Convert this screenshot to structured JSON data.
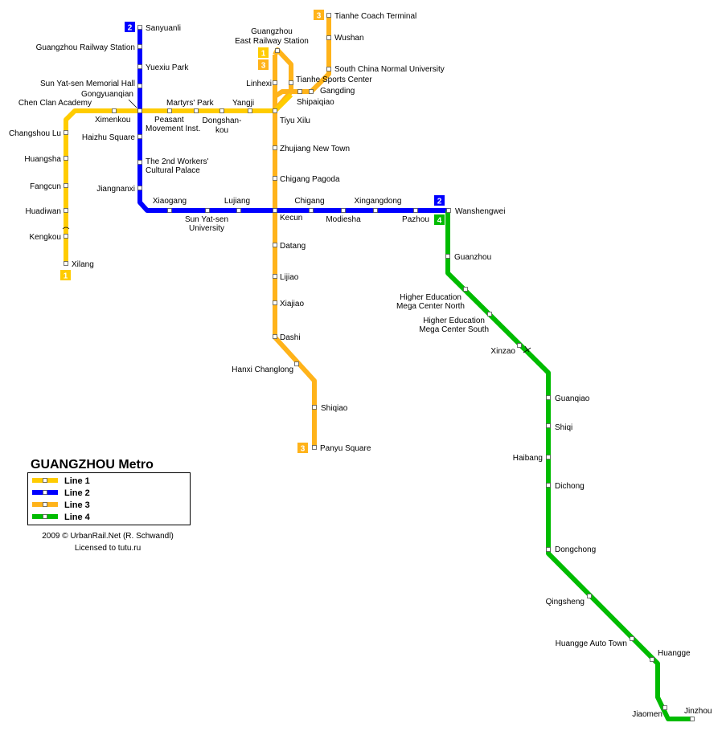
{
  "colors": {
    "line1": "#FFCC00",
    "line2": "#0000FF",
    "line3": "#FFB31A",
    "line4": "#00BB00"
  },
  "title": "GUANGZHOU Metro",
  "legend": [
    {
      "label": "Line 1",
      "color": "#FFCC00"
    },
    {
      "label": "Line 2",
      "color": "#0000FF"
    },
    {
      "label": "Line 3",
      "color": "#FFB31A"
    },
    {
      "label": "Line 4",
      "color": "#00BB00"
    }
  ],
  "credits": [
    "2009 © UrbanRail.Net (R. Schwandl)",
    "Licensed to tutu.ru"
  ],
  "badges": {
    "l2_north": "2",
    "l2_east": "2",
    "l1_north": "1",
    "l1_south": "1",
    "l3_north_a": "3",
    "l3_north_b": "3",
    "l3_south": "3",
    "l4_north": "4"
  },
  "stations": {
    "sanyuanli": "Sanyuanli",
    "railway_station": "Guangzhou Railway Station",
    "yuexiu_park": "Yuexiu Park",
    "memorial_hall": "Sun Yat-sen Memorial Hall",
    "gongyuanqian": "Gongyuanqian",
    "chen_clan": "Chen Clan Academy",
    "martyrs_park": "Martyrs' Park",
    "yangji": "Yangji",
    "ximenkou": "Ximenkou",
    "peasant_1": "Peasant",
    "peasant_2": "Movement Inst.",
    "dongshankou_1": "Dongshan-",
    "dongshankou_2": "kou",
    "changshou_lu": "Changshou Lu",
    "haizhu_square": "Haizhu Square",
    "huangsha": "Huangsha",
    "workers_1": "The 2nd Workers'",
    "workers_2": "Cultural Palace",
    "fangcun": "Fangcun",
    "jiangnanxi": "Jiangnanxi",
    "huadiwan": "Huadiwan",
    "kengkou": "Kengkou",
    "xilang": "Xilang",
    "xiaogang": "Xiaogang",
    "lujiang": "Lujiang",
    "sysu_1": "Sun Yat-sen",
    "sysu_2": "University",
    "kecun": "Kecun",
    "chigang": "Chigang",
    "modiesha": "Modiesha",
    "xingangdong": "Xingangdong",
    "pazhou": "Pazhou",
    "wanshengwei": "Wanshengwei",
    "tianhe_coach": "Tianhe Coach Terminal",
    "wushan": "Wushan",
    "scnu": "South China Normal University",
    "east_rs_1": "Guangzhou",
    "east_rs_2": "East Railway Station",
    "linhexi": "Linhexi",
    "tianhe_sports": "Tianhe Sports Center",
    "gangding": "Gangding",
    "shipaiqiao": "Shipaiqiao",
    "tiyu_xilu": "Tiyu Xilu",
    "zhujiang_new_town": "Zhujiang New Town",
    "chigang_pagoda": "Chigang Pagoda",
    "datang": "Datang",
    "lijiao": "Lijiao",
    "xiajiao": "Xiajiao",
    "dashi": "Dashi",
    "hanxi": "Hanxi Changlong",
    "shiqiao": "Shiqiao",
    "panyu": "Panyu Square",
    "guanzhou": "Guanzhou",
    "hemc_n_1": "Higher Education",
    "hemc_n_2": "Mega Center North",
    "hemc_s_1": "Higher Education",
    "hemc_s_2": "Mega Center South",
    "xinzao": "Xinzao",
    "guanqiao": "Guanqiao",
    "shiqi": "Shiqi",
    "haibang": "Haibang",
    "dichong": "Dichong",
    "dongchong": "Dongchong",
    "qingsheng": "Qingsheng",
    "huangge_auto": "Huangge Auto Town",
    "huangge": "Huangge",
    "jiaomen": "Jiaomen",
    "jinzhou": "Jinzhou"
  }
}
